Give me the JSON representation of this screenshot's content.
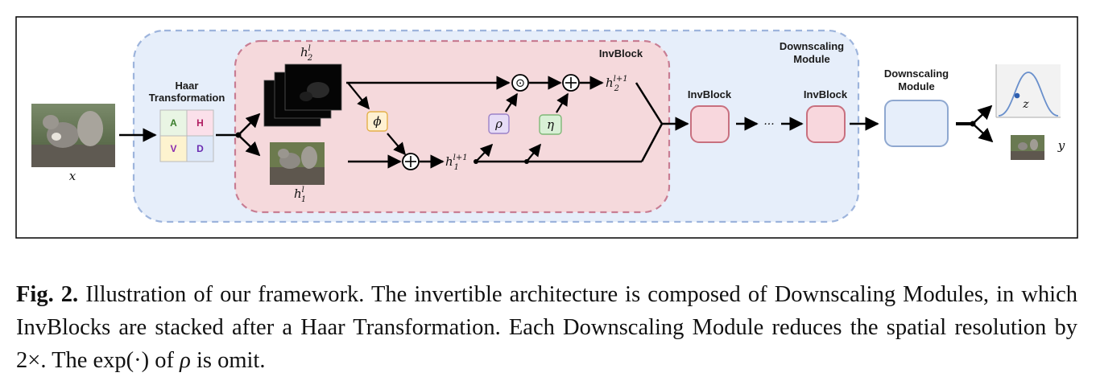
{
  "diagram": {
    "haar_label_line1": "Haar",
    "haar_label_line2": "Transformation",
    "haar_cells": [
      "A",
      "H",
      "V",
      "D"
    ],
    "input_label": "x",
    "output_label": "y",
    "latent_label": "z",
    "invblock_big_label": "InvBlock",
    "downscaling_label_line1": "Downscaling",
    "downscaling_label_line2": "Module",
    "invblock_small_labels": [
      "InvBlock",
      "InvBlock"
    ],
    "ellipsis": "···",
    "ops": {
      "phi": "ϕ",
      "rho": "ρ",
      "eta": "η",
      "add": "⊕",
      "mul": "⊙"
    },
    "vars": {
      "h2l_base": "h",
      "h2l_sub": "2",
      "h2l_sup": "l",
      "h1l_base": "h",
      "h1l_sub": "1",
      "h1l_sup": "l",
      "h1l1_base": "h",
      "h1l1_sub": "1",
      "h1l1_sup": "l+1",
      "h2l1_base": "h",
      "h2l1_sub": "2",
      "h2l1_sup": "l+1"
    },
    "colors": {
      "outer_fill": "#e6eefa",
      "outer_stroke": "#9db4dc",
      "inner_fill": "#f5d9dc",
      "inner_stroke": "#c87d93",
      "small_block_fill": "#f8d7dd",
      "small_block_stroke": "#c8707f",
      "module_fill": "#e6eefa",
      "module_stroke": "#8fa8d0",
      "phi_fill": "#fff1d2",
      "phi_stroke": "#e4b04a",
      "rho_fill": "#e6dcf6",
      "rho_stroke": "#9b82c8",
      "eta_fill": "#d9f0d6",
      "eta_stroke": "#7fb877",
      "cell_A": "#e9f5e4",
      "cell_H": "#fbe0ea",
      "cell_V": "#fdf3cf",
      "cell_D": "#dde8f8",
      "cell_A_text": "#3a7d2c",
      "cell_H_text": "#b01e62",
      "cell_V_text": "#8a2bb0",
      "cell_D_text": "#6b2bb0",
      "gauss_point": "#2f5fb0"
    }
  },
  "caption": {
    "fig": "Fig. 2.",
    "text_1": " Illustration of our framework. The invertible architecture is composed of Downscaling Modules, in which InvBlocks are stacked after a Haar Transformation. Each Downscaling Module reduces the spatial resolution by ",
    "math_2x": "2×",
    "text_2": ". The ",
    "math_exp": "exp(·)",
    "text_3": " of ",
    "math_rho": "ρ",
    "text_4": " is omit."
  }
}
